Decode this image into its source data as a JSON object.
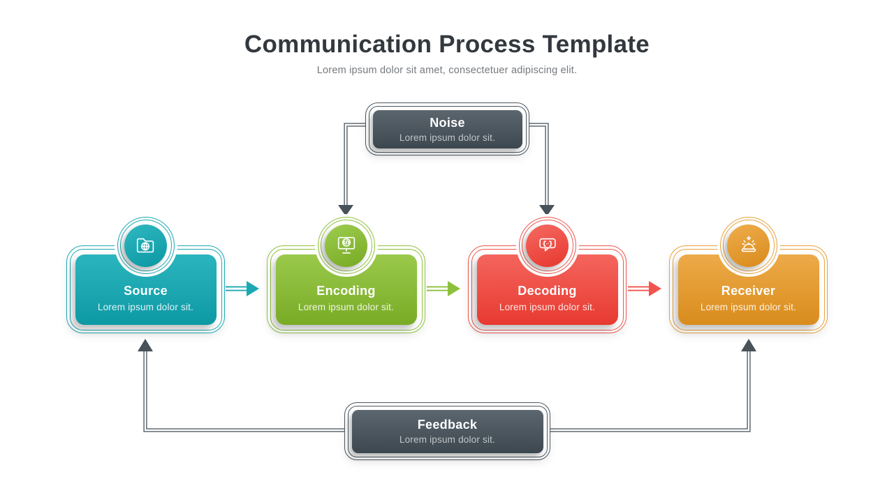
{
  "header": {
    "title": "Communication Process Template",
    "subtitle": "Lorem ipsum dolor sit amet, consectetuer adipiscing elit."
  },
  "colors": {
    "background": "#ffffff",
    "heading_text": "#33383e",
    "subheading_text": "#75797e",
    "connector_line": "#525d65",
    "connector_arrowhead": "#47525a"
  },
  "noise_box": {
    "title": "Noise",
    "subtitle": "Lorem ipsum dolor sit.",
    "border_color": "#4c575f",
    "fill_top": "#5c666e",
    "fill_bottom": "#3c474f"
  },
  "feedback_box": {
    "title": "Feedback",
    "subtitle": "Lorem ipsum dolor sit.",
    "border_color": "#4c575f",
    "fill_top": "#5c666e",
    "fill_bottom": "#3c474f"
  },
  "nodes": [
    {
      "title": "Source",
      "subtitle": "Lorem ipsum dolor sit.",
      "icon": "folder-globe-icon",
      "border_color": "#1aa9b3",
      "fill_top": "#2bb5be",
      "fill_bottom": "#0d99a4"
    },
    {
      "title": "Encoding",
      "subtitle": "Lorem ipsum dolor sit.",
      "icon": "monitor-code-icon",
      "border_color": "#8ec13b",
      "fill_top": "#9ac94b",
      "fill_bottom": "#79ab26"
    },
    {
      "title": "Decoding",
      "subtitle": "Lorem ipsum dolor sit.",
      "icon": "chat-code-icon",
      "border_color": "#f0554d",
      "fill_top": "#f4655d",
      "fill_bottom": "#e73a30"
    },
    {
      "title": "Receiver",
      "subtitle": "Lorem ipsum dolor sit.",
      "icon": "service-bell-icon",
      "border_color": "#e9a13b",
      "fill_top": "#edaa48",
      "fill_bottom": "#d98c1d"
    }
  ],
  "flow_arrows": [
    {
      "from": "Source",
      "to": "Encoding"
    },
    {
      "from": "Encoding",
      "to": "Decoding"
    },
    {
      "from": "Decoding",
      "to": "Receiver"
    }
  ],
  "connectors": [
    {
      "from": "Noise",
      "to": "Encoding"
    },
    {
      "from": "Noise",
      "to": "Decoding"
    },
    {
      "from": "Feedback",
      "to": "Source"
    },
    {
      "from": "Feedback",
      "to": "Receiver"
    }
  ]
}
